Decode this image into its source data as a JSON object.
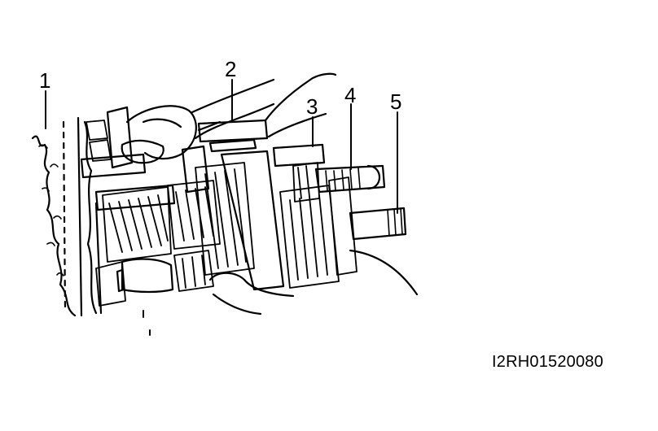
{
  "callouts": [
    "1",
    "2",
    "3",
    "4",
    "5"
  ],
  "figure_code": "I2RH01520080",
  "colors": {
    "ink": "#000000",
    "paper": "#ffffff"
  }
}
